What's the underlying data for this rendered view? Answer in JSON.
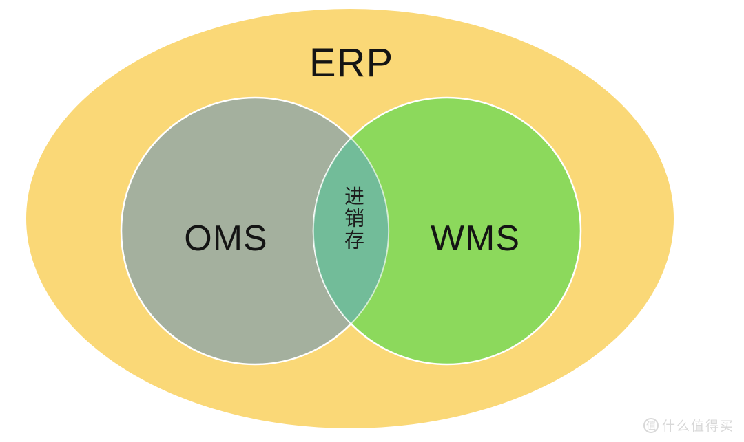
{
  "diagram": {
    "type": "venn",
    "title": "ERP",
    "container": {
      "label": "ERP",
      "color": "#FAD877"
    },
    "sets": [
      {
        "label": "OMS",
        "color": "#A4B09E"
      },
      {
        "label": "WMS",
        "color": "#8CD95C"
      }
    ],
    "intersection": {
      "label": "进销存",
      "color": "#72BC99"
    },
    "stroke_color": "#FFFFFF",
    "text_color": "#141414"
  },
  "watermark": {
    "logo": "值",
    "text": "什么值得买",
    "color": "#D8D8D8"
  }
}
